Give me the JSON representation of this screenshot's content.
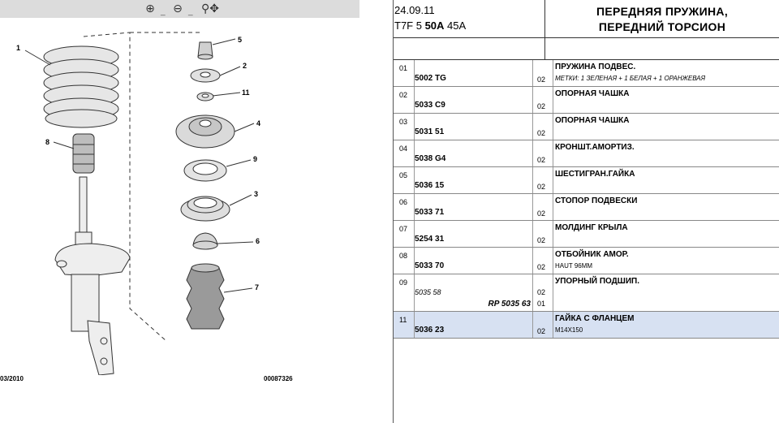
{
  "toolbar": {
    "zoom_in_icon": "zoom-in-icon",
    "zoom_out_icon": "zoom-out-icon",
    "pan_icon": "zoom-pan-icon",
    "sep1": "_",
    "sep2": "_"
  },
  "diagram": {
    "date": "03/2010",
    "code": "00087326",
    "callouts": [
      "1",
      "8",
      "5",
      "2",
      "11",
      "4",
      "9",
      "3",
      "6",
      "7"
    ]
  },
  "header": {
    "date": "24.09.11",
    "code_prefix": "T7F 5 ",
    "code_bold": "50A",
    "code_suffix": " 45A",
    "title_line1": "ПЕРЕДНЯЯ ПРУЖИНА,",
    "title_line2": "ПЕРЕДНИЙ ТОРСИОН"
  },
  "rows": [
    {
      "num": "01",
      "ref": "5002 TG",
      "qty": "02",
      "desc": "ПРУЖИНА ПОДВЕС.",
      "note": "МЕТКИ: 1 ЗЕЛЕНАЯ + 1 БЕЛАЯ + 1 ОРАНЖЕВАЯ"
    },
    {
      "num": "02",
      "ref": "5033 C9",
      "qty": "02",
      "desc": "ОПОРНАЯ ЧАШКА",
      "note": ""
    },
    {
      "num": "03",
      "ref": "5031 51",
      "qty": "02",
      "desc": "ОПОРНАЯ ЧАШКА",
      "note": ""
    },
    {
      "num": "04",
      "ref": "5038 G4",
      "qty": "02",
      "desc": "КРОНШТ.АМОРТИЗ.",
      "note": ""
    },
    {
      "num": "05",
      "ref": "5036 15",
      "qty": "02",
      "desc": "ШЕСТИГРАН.ГАЙКА",
      "note": ""
    },
    {
      "num": "06",
      "ref": "5033 71",
      "qty": "02",
      "desc": "СТОПОР ПОДВЕСКИ",
      "note": ""
    },
    {
      "num": "07",
      "ref": "5254 31",
      "qty": "02",
      "desc": "МОЛДИНГ КРЫЛА",
      "note": ""
    },
    {
      "num": "08",
      "ref": "5033 70",
      "qty": "02",
      "desc": "ОТБОЙНИК АМОР.",
      "note": "HAUT 96MM"
    },
    {
      "num": "09",
      "ref_alt": "5035 58",
      "qty1": "02",
      "ref_rp": "RP 5035 63",
      "qty2": "01",
      "desc": "УПОРНЫЙ ПОДШИП.",
      "note": ""
    },
    {
      "num": "11",
      "ref": "5036 23",
      "qty": "02",
      "desc": "ГАЙКА С ФЛАНЦЕМ",
      "note": "M14X150"
    }
  ]
}
